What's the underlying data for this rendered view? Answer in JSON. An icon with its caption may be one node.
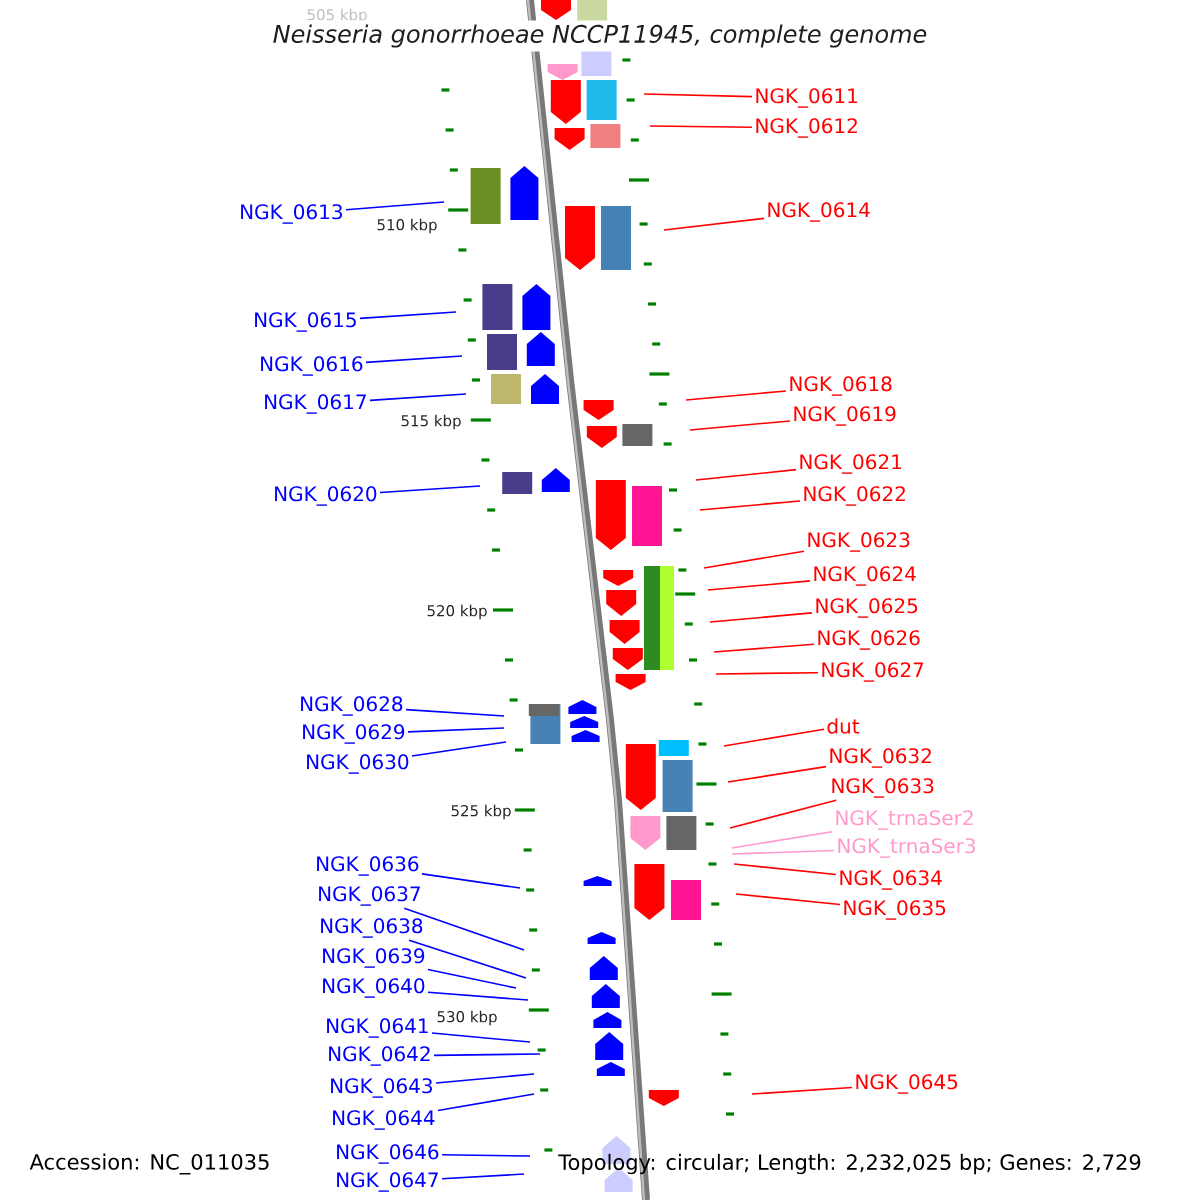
{
  "diagram": {
    "title": "Neisseria gonorrhoeae NCCP11945, complete genome",
    "nodes": [
      {
        "text": [
          "NGK_0611"
        ]
      },
      {
        "text": [
          "NGK_0612"
        ]
      },
      {
        "text": [
          "NGK_0613"
        ]
      },
      {
        "text": [
          "NGK_0614"
        ]
      },
      {
        "text": [
          "NGK_0615"
        ]
      },
      {
        "text": [
          "NGK_0616"
        ]
      },
      {
        "text": [
          "NGK_0617"
        ]
      },
      {
        "text": [
          "NGK_0618"
        ]
      },
      {
        "text": [
          "NGK_0619"
        ]
      },
      {
        "text": [
          "NGK_0620"
        ]
      },
      {
        "text": [
          "NGK_0621"
        ]
      },
      {
        "text": [
          "NGK_0622"
        ]
      },
      {
        "text": [
          "NGK_0623"
        ]
      },
      {
        "text": [
          "NGK_0624"
        ]
      },
      {
        "text": [
          "NGK_0625"
        ]
      },
      {
        "text": [
          "NGK_0626"
        ]
      },
      {
        "text": [
          "NGK_0627"
        ]
      },
      {
        "text": [
          "NGK_0628"
        ]
      },
      {
        "text": [
          "NGK_0629"
        ]
      },
      {
        "text": [
          "NGK_0630"
        ]
      },
      {
        "text": [
          "dut"
        ]
      },
      {
        "text": [
          "NGK_0632"
        ]
      },
      {
        "text": [
          "NGK_0633"
        ]
      },
      {
        "text": [
          "NGK_trnaSer2"
        ]
      },
      {
        "text": [
          "NGK_trnaSer3"
        ]
      },
      {
        "text": [
          "NGK_0634"
        ]
      },
      {
        "text": [
          "NGK_0635"
        ]
      },
      {
        "text": [
          "NGK_0636"
        ]
      },
      {
        "text": [
          "NGK_0637"
        ]
      },
      {
        "text": [
          "NGK_0638"
        ]
      },
      {
        "text": [
          "NGK_0639"
        ]
      },
      {
        "text": [
          "NGK_0640"
        ]
      },
      {
        "text": [
          "NGK_0641"
        ]
      },
      {
        "text": [
          "NGK_0642"
        ]
      },
      {
        "text": [
          "NGK_0643"
        ]
      },
      {
        "text": [
          "NGK_0644"
        ]
      },
      {
        "text": [
          "NGK_0645"
        ]
      },
      {
        "text": [
          "NGK_0646"
        ]
      },
      {
        "text": [
          "NGK_0647"
        ]
      }
    ],
    "edges": [
      {
        "from": 0,
        "to": null,
        "arrow": "none",
        "color": "#ff0000"
      },
      {
        "from": 1,
        "to": null,
        "arrow": "none",
        "color": "#ff0000"
      },
      {
        "from": 2,
        "to": null,
        "arrow": "none"
      },
      {
        "from": 3,
        "to": null,
        "arrow": "none",
        "color": "#ff0000"
      },
      {
        "from": 4,
        "to": null,
        "arrow": "none"
      },
      {
        "from": 5,
        "to": null,
        "arrow": "none"
      },
      {
        "from": 6,
        "to": null,
        "arrow": "none"
      },
      {
        "from": 7,
        "to": null,
        "arrow": "none",
        "color": "#ff0000"
      },
      {
        "from": 8,
        "to": null,
        "arrow": "none",
        "color": "#ff0000"
      },
      {
        "from": 9,
        "to": null,
        "arrow": "none"
      },
      {
        "from": 10,
        "to": null,
        "arrow": "none",
        "color": "#ff0000"
      },
      {
        "from": 11,
        "to": null,
        "arrow": "none",
        "color": "#ff0000"
      },
      {
        "from": 12,
        "to": null,
        "arrow": "none",
        "color": "#ff0000"
      },
      {
        "from": 13,
        "to": null,
        "arrow": "none",
        "color": "#ff0000"
      },
      {
        "from": 14,
        "to": null,
        "arrow": "none",
        "color": "#ff0000"
      },
      {
        "from": 15,
        "to": null,
        "arrow": "none",
        "color": "#ff0000"
      },
      {
        "from": 16,
        "to": null,
        "arrow": "none",
        "color": "#ff0000"
      },
      {
        "from": 17,
        "to": null,
        "arrow": "none"
      },
      {
        "from": 18,
        "to": null,
        "arrow": "none"
      },
      {
        "from": 19,
        "to": null,
        "arrow": "none"
      },
      {
        "from": 20,
        "to": null,
        "arrow": "none",
        "color": "#ff0000"
      },
      {
        "from": 21,
        "to": null,
        "arrow": "none",
        "color": "#ff0000"
      },
      {
        "from": 22,
        "to": null,
        "arrow": "none",
        "color": "#ff0000"
      },
      {
        "from": 23,
        "to": null,
        "arrow": "none",
        "color": "#ff99cc"
      },
      {
        "from": 24,
        "to": null,
        "arrow": "none",
        "color": "#ff99cc"
      },
      {
        "from": 25,
        "to": null,
        "arrow": "none",
        "color": "#ff0000"
      },
      {
        "from": 26,
        "to": null,
        "arrow": "none",
        "color": "#ff0000"
      },
      {
        "from": 27,
        "to": null,
        "arrow": "none"
      },
      {
        "from": 28,
        "to": null,
        "arrow": "none"
      },
      {
        "from": 29,
        "to": null,
        "arrow": "none"
      },
      {
        "from": 30,
        "to": null,
        "arrow": "none"
      },
      {
        "from": 31,
        "to": null,
        "arrow": "none"
      },
      {
        "from": 32,
        "to": null,
        "arrow": "none"
      },
      {
        "from": 33,
        "to": null,
        "arrow": "none"
      },
      {
        "from": 34,
        "to": null,
        "arrow": "none"
      },
      {
        "from": 35,
        "to": null,
        "arrow": "none"
      },
      {
        "from": 36,
        "to": null,
        "arrow": "none",
        "color": "#ff0000"
      },
      {
        "from": 37,
        "to": null,
        "arrow": "none"
      },
      {
        "from": 38,
        "to": null,
        "arrow": "none"
      }
    ],
    "labels": [
      "505 kbp",
      "510 kbp",
      "515 kbp",
      "520 kbp",
      "525 kbp",
      "530 kbp",
      "Accession: NC_011035",
      "Topology: circular; Length: 2,232,025 bp; Genes: 2,729"
    ]
  }
}
